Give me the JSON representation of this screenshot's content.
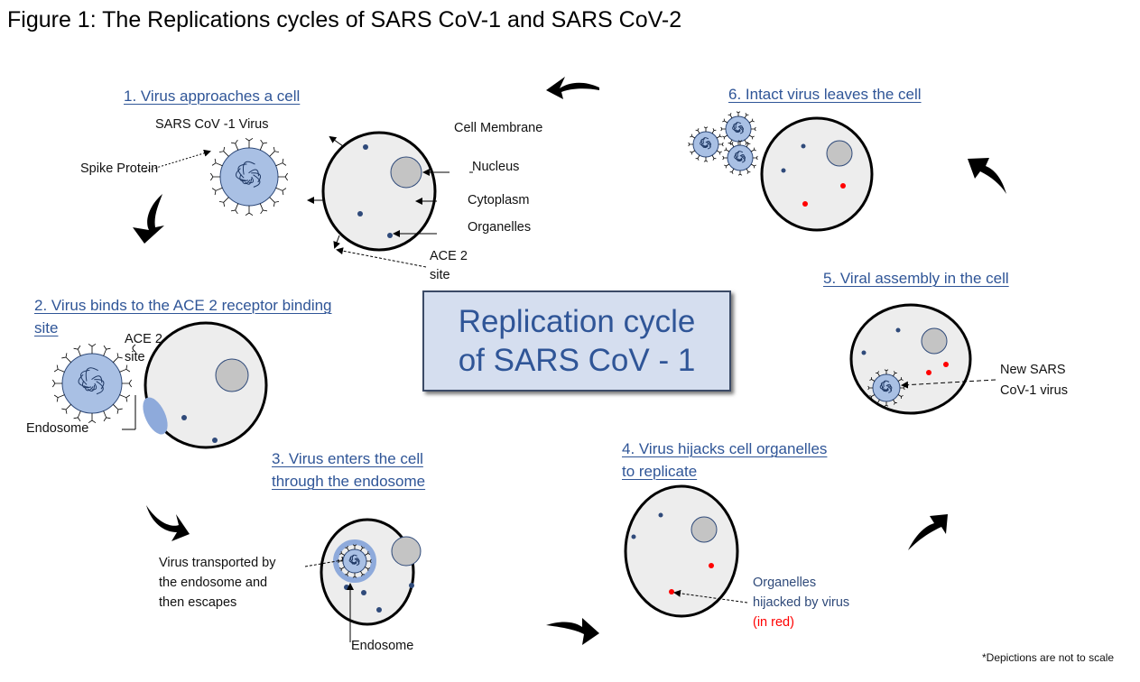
{
  "title": "Figure 1: The Replications cycles of SARS CoV-1 and SARS CoV-2",
  "center": {
    "line1": "Replication cycle",
    "line2": "of SARS CoV - 1"
  },
  "steps": {
    "s1": "1. Virus approaches a cell",
    "s2a": "2. Virus binds to the ACE 2 receptor binding",
    "s2b": "site",
    "s3a": "3. Virus enters the cell",
    "s3b": "through the endosome",
    "s4a": "4. Virus hijacks cell organelles",
    "s4b": "to replicate",
    "s5": "5. Viral assembly in the cell",
    "s6": "6. Intact virus leaves the cell"
  },
  "labels": {
    "virus": "SARS CoV -1 Virus",
    "spike": "Spike Protein",
    "membrane": "Cell Membrane",
    "nucleus": "Nucleus",
    "cytoplasm": "Cytoplasm",
    "organelles": "Organelles",
    "ace2a": "ACE 2",
    "ace2b": "site",
    "ace2c": "ACE 2",
    "ace2d": "site",
    "endosome1": "Endosome",
    "transported1": "Virus transported by",
    "transported2": "the endosome  and",
    "transported3": "then escapes",
    "endosome2": "Endosome",
    "hijacked1": "Organelles",
    "hijacked2": "hijacked by virus",
    "hijacked3": "(in red)",
    "newvirus1": "New SARS",
    "newvirus2": "CoV-1 virus"
  },
  "footnote": "*Depictions are not to scale",
  "colors": {
    "heading": "#2f5597",
    "cell": "#ededed",
    "nucleus": "#c4c4c4",
    "virus": "#a9c0e4",
    "endosome": "#8eaadb",
    "hijacked": "#ff0000",
    "organelle": "#2f4a7a"
  }
}
